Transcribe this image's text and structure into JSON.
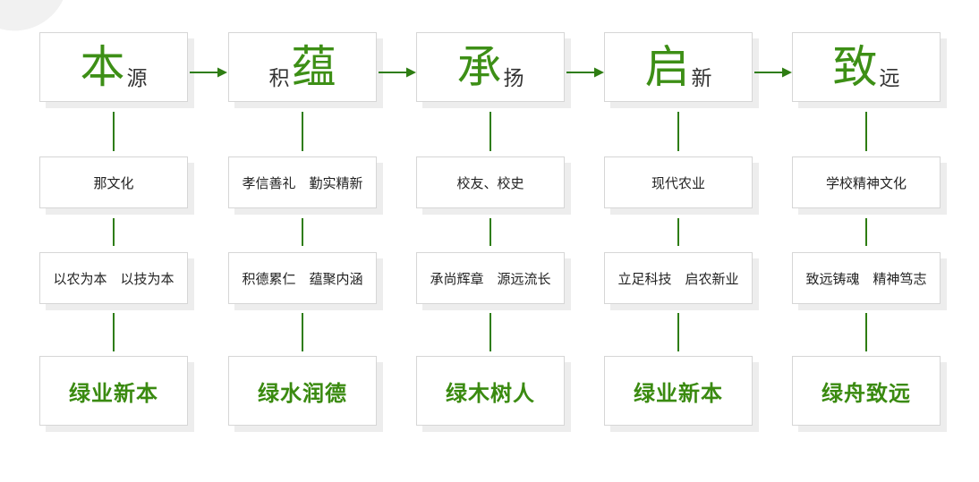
{
  "columns": [
    {
      "head_big": "本",
      "head_small": "源",
      "small_position": "right",
      "row1": "那文化",
      "row2": "以农为本　以技为本",
      "footer": "绿业新本"
    },
    {
      "head_big": "蕴",
      "head_small": "积",
      "small_position": "left",
      "row1": "孝信善礼　勤实精新",
      "row2": "积德累仁　蕴聚内涵",
      "footer": "绿水润德"
    },
    {
      "head_big": "承",
      "head_small": "扬",
      "small_position": "right",
      "row1": "校友、校史",
      "row2": "承尚辉章　源远流长",
      "footer": "绿木树人"
    },
    {
      "head_big": "启",
      "head_small": "新",
      "small_position": "right",
      "row1": "现代农业",
      "row2": "立足科技　启农新业",
      "footer": "绿业新本"
    },
    {
      "head_big": "致",
      "head_small": "远",
      "small_position": "right",
      "row1": "学校精神文化",
      "row2": "致远铸魂　精神笃志",
      "footer": "绿舟致远"
    }
  ],
  "colors": {
    "accent": "#3d8f16",
    "line": "#2e7d12",
    "border": "#d6d6d6",
    "shadow": "#ededed"
  }
}
